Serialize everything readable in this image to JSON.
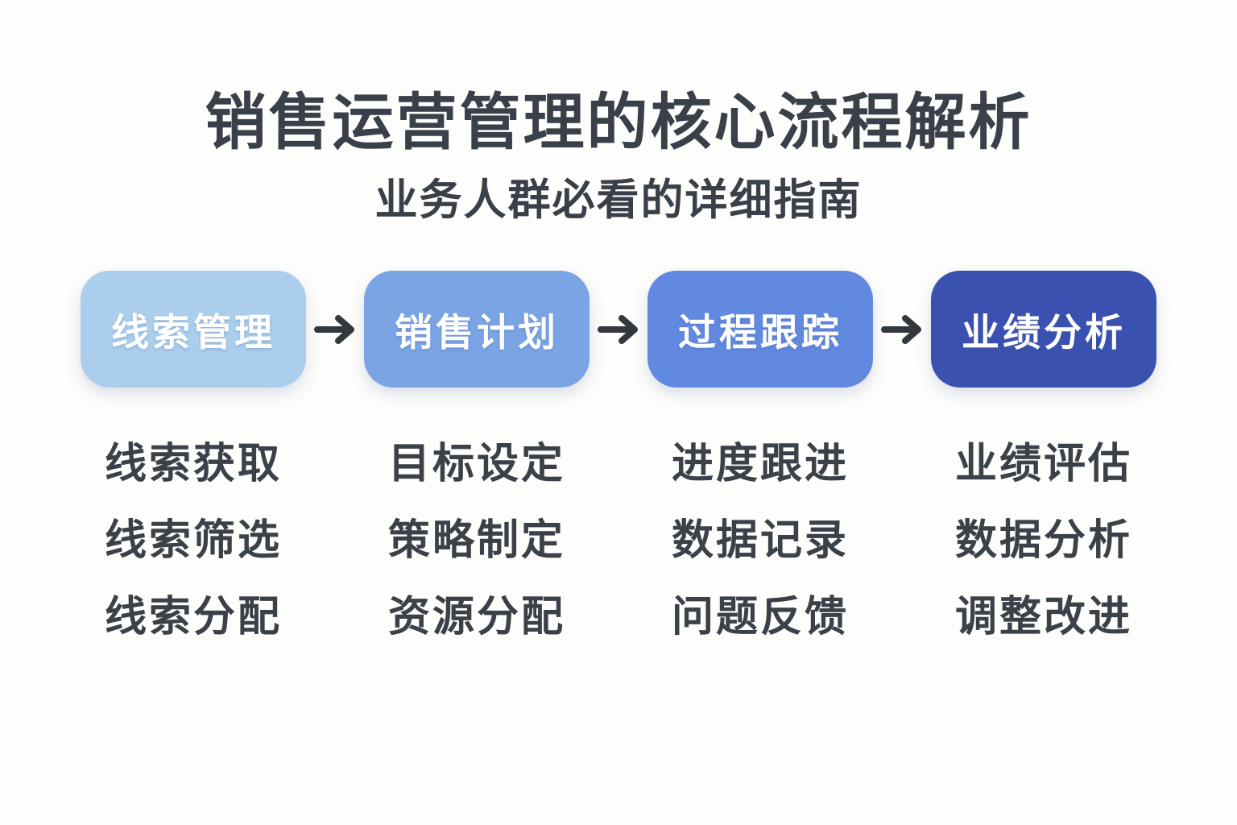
{
  "page": {
    "title": "销售运营管理的核心流程解析",
    "subtitle": "业务人群必看的详细指南",
    "background_color": "#fdfdfb",
    "text_color": "#3a4149",
    "arrow_color": "#33383e"
  },
  "flow": {
    "stages": [
      {
        "label": "线索管理",
        "color": "#abceec",
        "items": [
          "线索获取",
          "线索筛选",
          "线索分配"
        ]
      },
      {
        "label": "销售计划",
        "color": "#7aa4e4",
        "items": [
          "目标设定",
          "策略制定",
          "资源分配"
        ]
      },
      {
        "label": "过程跟踪",
        "color": "#6289e0",
        "items": [
          "进度跟进",
          "数据记录",
          "问题反馈"
        ]
      },
      {
        "label": "业绩分析",
        "color": "#3a51b0",
        "items": [
          "业绩评估",
          "数据分析",
          "调整改进"
        ]
      }
    ]
  }
}
